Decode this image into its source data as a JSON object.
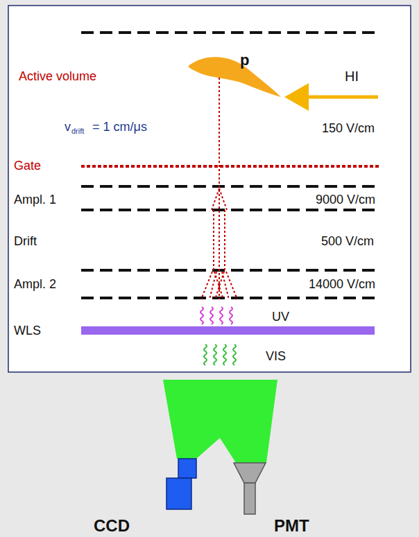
{
  "diagram": {
    "nodes": [
      {
        "text": [
          "CCD"
        ]
      },
      {
        "text": [
          "PMT"
        ]
      }
    ],
    "labels": [
      "Active volume",
      "p",
      "HI",
      "v",
      "drift",
      "= 1 cm/μs",
      "150 V/cm",
      "Gate",
      "Ampl. 1",
      "9000 V/cm",
      "Drift",
      "500 V/cm",
      "Ampl. 2",
      "14000 V/cm",
      "UV",
      "WLS",
      "VIS"
    ]
  }
}
